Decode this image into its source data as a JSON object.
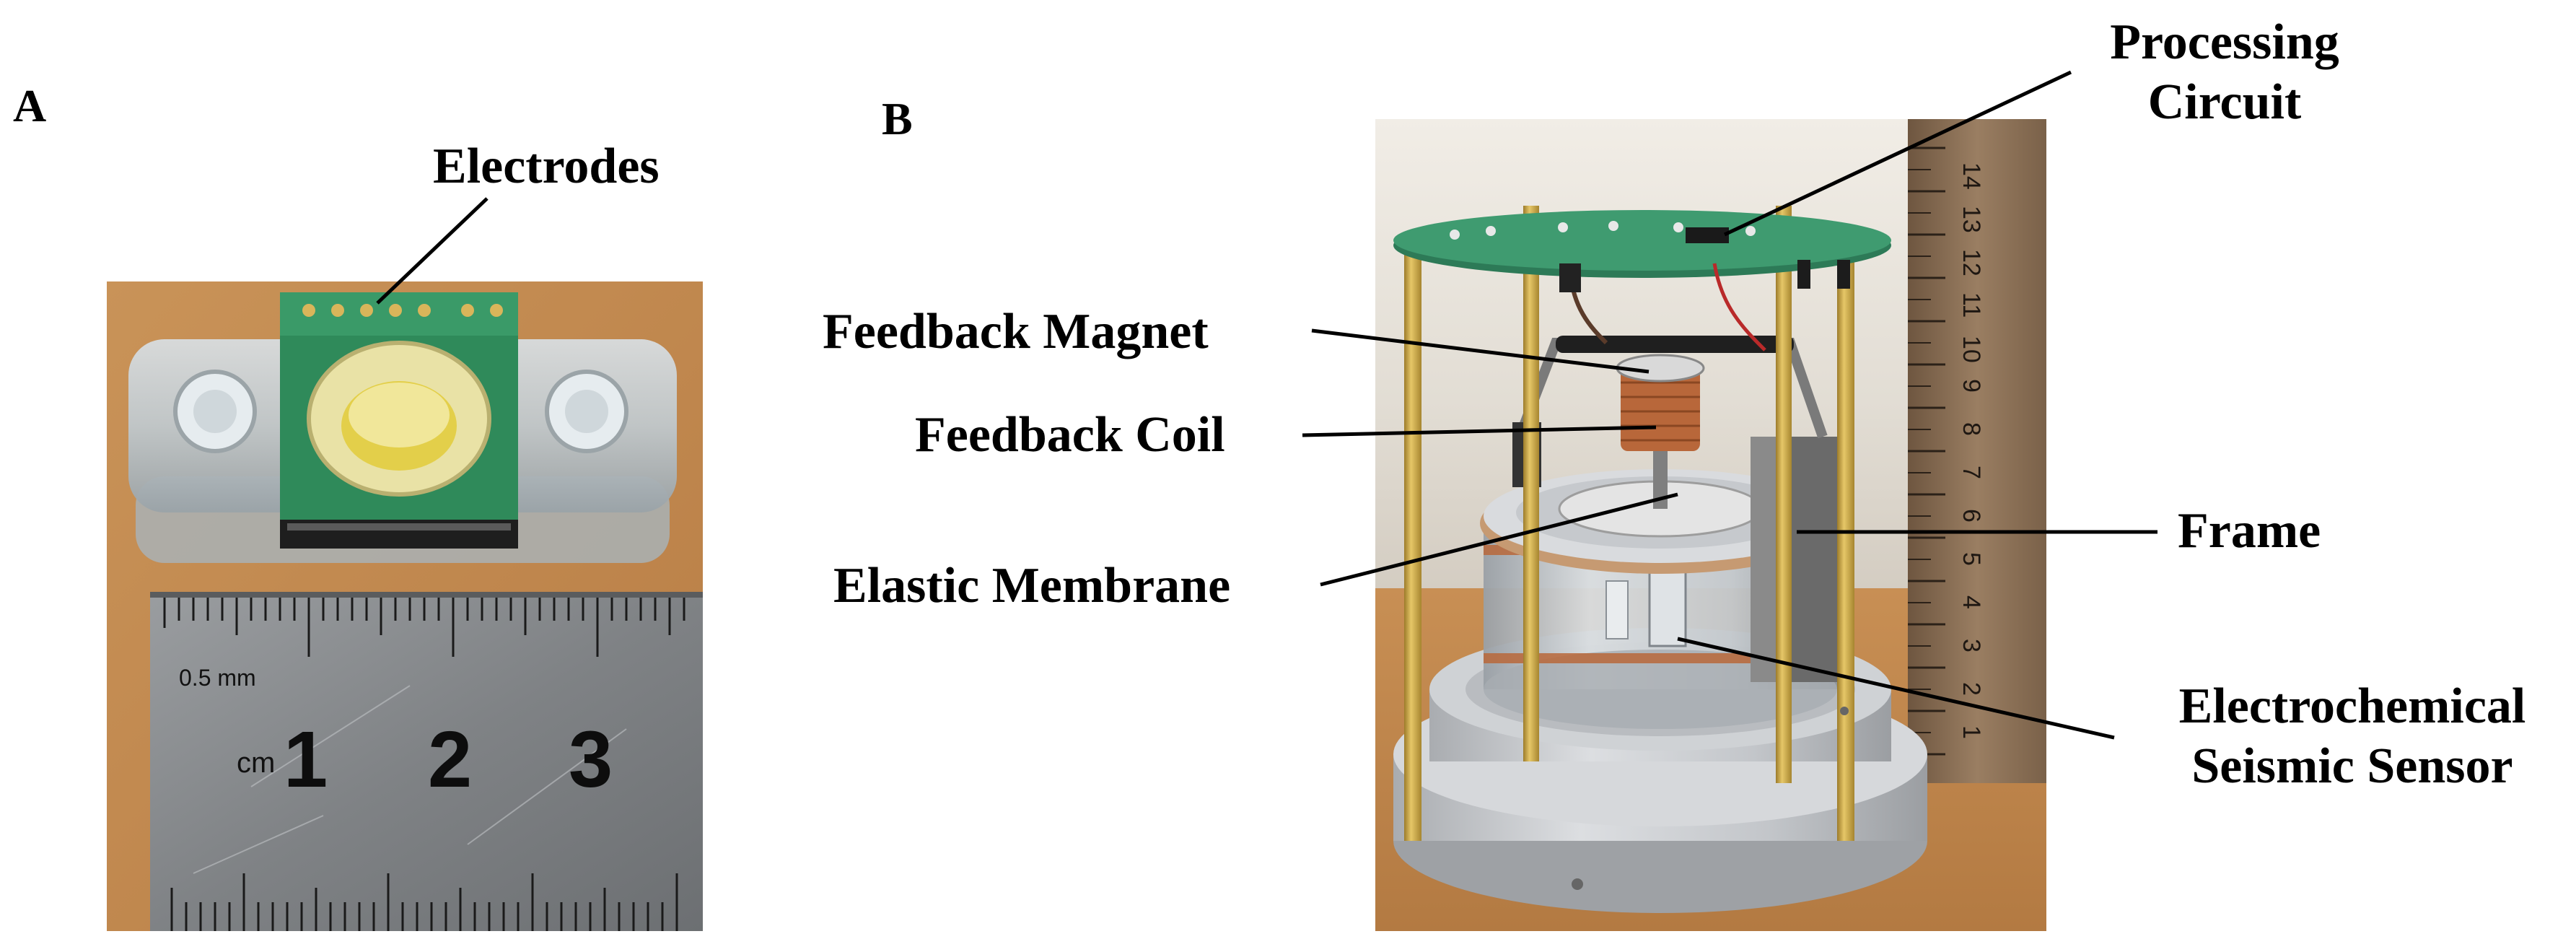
{
  "panels": [
    {
      "letter": "A"
    },
    {
      "letter": "B"
    }
  ],
  "panel_a": {
    "callout": "Electrodes",
    "ruler": {
      "scale_text": "0.5 mm",
      "unit_text": "cm",
      "numbers": [
        "1",
        "2",
        "3"
      ]
    }
  },
  "panel_b": {
    "callouts": {
      "processing_line1": "Processing",
      "processing_line2": "Circuit",
      "feedback_magnet": "Feedback Magnet",
      "feedback_coil": "Feedback Coil",
      "elastic_membrane": "Elastic Membrane",
      "frame": "Frame",
      "sensor_line1": "Electrochemical",
      "sensor_line2": "Seismic Sensor"
    },
    "ruler_numbers": [
      "1",
      "2",
      "3",
      "4",
      "5",
      "6",
      "7",
      "8",
      "9",
      "10",
      "11",
      "12",
      "13",
      "14"
    ]
  },
  "colors": {
    "desk": "#c8925a",
    "wall": "#e9e4dc",
    "pcb": "#2f8a5a",
    "brass": "#c9a545",
    "aluminum": "#c6c8cb",
    "ruler_metal": "#8a8d90",
    "wood_ruler": "#8c7156",
    "copper": "#b8673a"
  }
}
